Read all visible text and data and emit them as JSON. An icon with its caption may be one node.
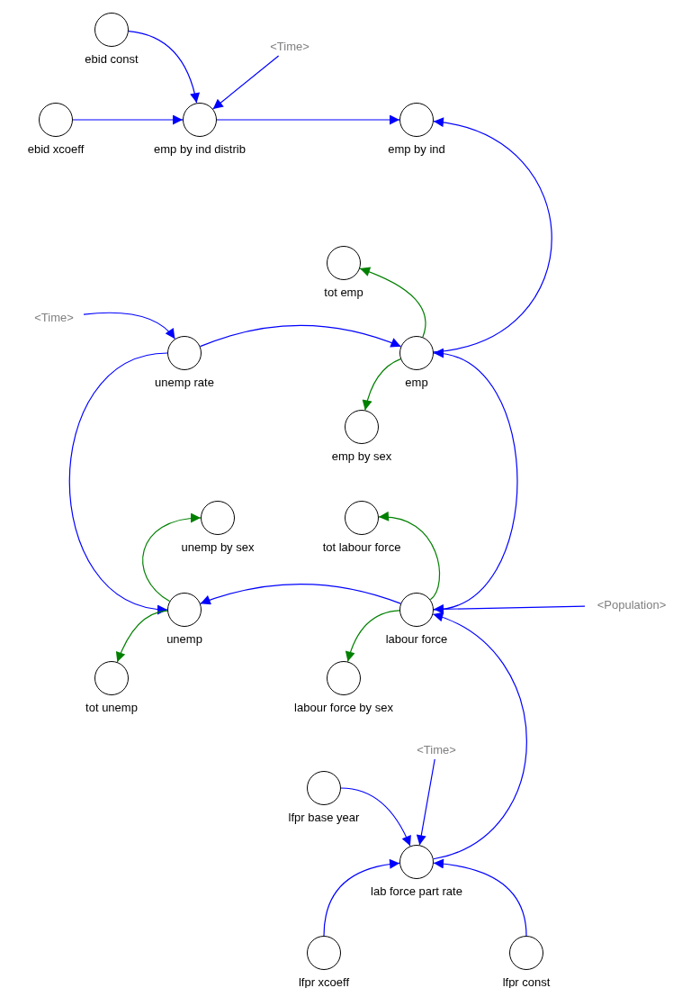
{
  "diagram": {
    "nodes": [
      {
        "text": [
          "ebid const"
        ]
      },
      {
        "text": [
          "<Time>"
        ]
      },
      {
        "text": [
          "ebid xcoeff"
        ]
      },
      {
        "text": [
          "emp by ind distrib"
        ]
      },
      {
        "text": [
          "emp by ind"
        ]
      },
      {
        "text": [
          "tot emp"
        ]
      },
      {
        "text": [
          "<Time>"
        ]
      },
      {
        "text": [
          "unemp rate"
        ]
      },
      {
        "text": [
          "emp"
        ]
      },
      {
        "text": [
          "emp by sex"
        ]
      },
      {
        "text": [
          "unemp by sex"
        ]
      },
      {
        "text": [
          "tot labour force"
        ]
      },
      {
        "text": [
          "unemp"
        ]
      },
      {
        "text": [
          "labour force"
        ]
      },
      {
        "text": [
          "<Population>"
        ]
      },
      {
        "text": [
          "tot unemp"
        ]
      },
      {
        "text": [
          "labour force by sex"
        ]
      },
      {
        "text": [
          "<Time>"
        ]
      },
      {
        "text": [
          "lfpr base year"
        ]
      },
      {
        "text": [
          "lab force part rate"
        ]
      },
      {
        "text": [
          "lfpr xcoeff"
        ]
      },
      {
        "text": [
          "lfpr const"
        ]
      }
    ],
    "edges": [
      {
        "from": 0,
        "to": 3,
        "arrow": "to"
      },
      {
        "from": 1,
        "to": 3,
        "arrow": "to"
      },
      {
        "from": 2,
        "to": 3,
        "arrow": "to"
      },
      {
        "from": 3,
        "to": 4,
        "arrow": "to"
      },
      {
        "from": 8,
        "to": 4,
        "arrow": "to"
      },
      {
        "from": 8,
        "to": 5,
        "arrow": "to",
        "color": "#008000"
      },
      {
        "from": 6,
        "to": 7,
        "arrow": "to"
      },
      {
        "from": 7,
        "to": 8,
        "arrow": "to"
      },
      {
        "from": 8,
        "to": 9,
        "arrow": "to",
        "color": "#008000"
      },
      {
        "from": 7,
        "to": 12,
        "arrow": "to"
      },
      {
        "from": 13,
        "to": 8,
        "arrow": "to"
      },
      {
        "from": 12,
        "to": 10,
        "arrow": "to",
        "color": "#008000"
      },
      {
        "from": 13,
        "to": 11,
        "arrow": "to",
        "color": "#008000"
      },
      {
        "from": 13,
        "to": 12,
        "arrow": "to"
      },
      {
        "from": 14,
        "to": 13,
        "arrow": "to"
      },
      {
        "from": 12,
        "to": 15,
        "arrow": "to",
        "color": "#008000"
      },
      {
        "from": 13,
        "to": 16,
        "arrow": "to",
        "color": "#008000"
      },
      {
        "from": 19,
        "to": 13,
        "arrow": "to"
      },
      {
        "from": 17,
        "to": 19,
        "arrow": "to"
      },
      {
        "from": 18,
        "to": 19,
        "arrow": "to"
      },
      {
        "from": 20,
        "to": 19,
        "arrow": "to"
      },
      {
        "from": 21,
        "to": 19,
        "arrow": "to"
      }
    ]
  }
}
